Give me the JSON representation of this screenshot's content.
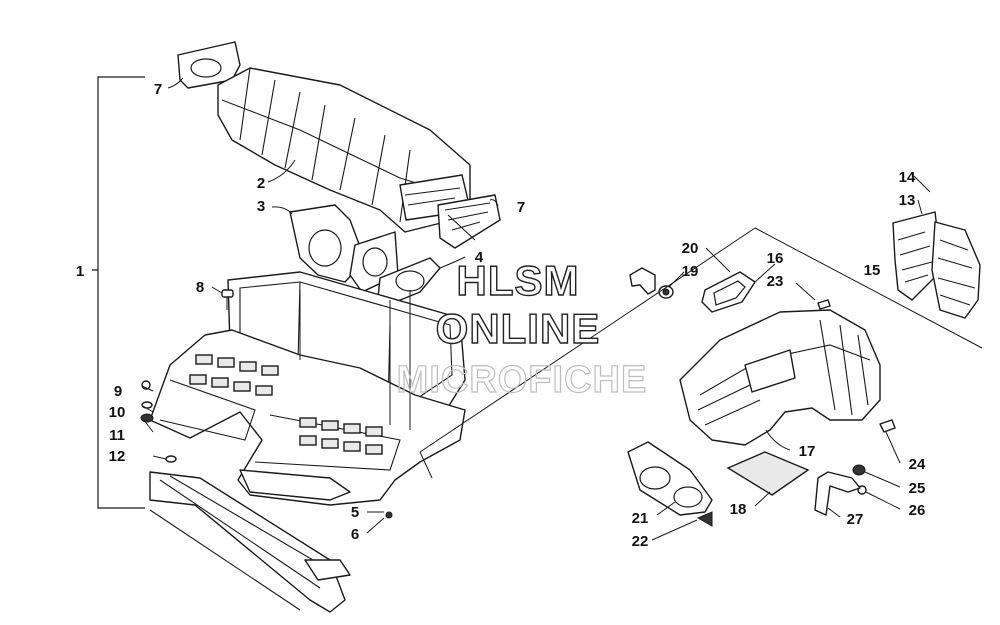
{
  "callouts": {
    "c1": "1",
    "c2": "2",
    "c3": "3",
    "c4": "4",
    "c5": "5",
    "c6": "6",
    "c7a": "7",
    "c7b": "7",
    "c8": "8",
    "c9": "9",
    "c10": "10",
    "c11": "11",
    "c12": "12",
    "c13": "13",
    "c14": "14",
    "c15": "15",
    "c16": "16",
    "c17": "17",
    "c18": "18",
    "c19": "19",
    "c20": "20",
    "c21": "21",
    "c22": "22",
    "c23": "23",
    "c24": "24",
    "c25": "25",
    "c26": "26",
    "c27": "27"
  },
  "watermark": {
    "line1": "HLSM",
    "line2": "ONLINE",
    "line3": "MICROFICHE"
  }
}
